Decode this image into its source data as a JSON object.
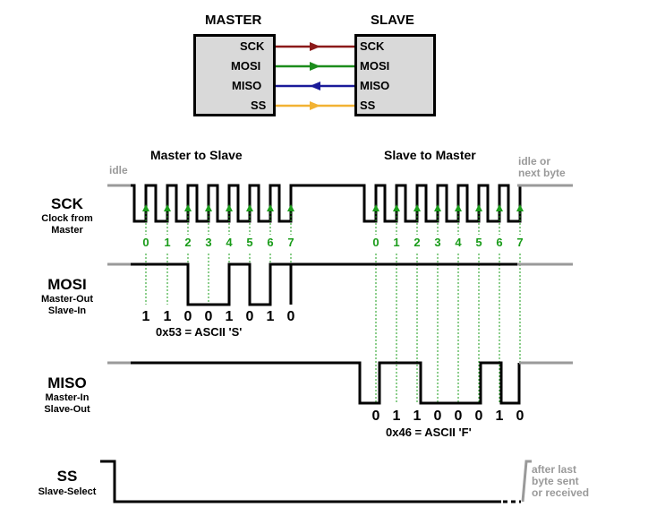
{
  "top": {
    "master_title": "MASTER",
    "slave_title": "SLAVE",
    "pins": [
      "SCK",
      "MOSI",
      "MISO",
      "SS"
    ],
    "arrow_colors": [
      "#8b1a1a",
      "#1c8c1c",
      "#1a1a99",
      "#f2b233"
    ]
  },
  "timing": {
    "master_to_slave": "Master to Slave",
    "slave_to_master": "Slave to Master",
    "idle_label": "idle",
    "idle_or_next": [
      "idle or",
      "next byte"
    ],
    "after_last": [
      "after last",
      "byte sent",
      "or received"
    ],
    "clock_indices": [
      "0",
      "1",
      "2",
      "3",
      "4",
      "5",
      "6",
      "7"
    ],
    "signals": [
      {
        "name": "SCK",
        "desc": [
          "Clock from",
          "Master"
        ]
      },
      {
        "name": "MOSI",
        "desc": [
          "Master-Out",
          "Slave-In"
        ]
      },
      {
        "name": "MISO",
        "desc": [
          "Master-In",
          "Slave-Out"
        ]
      },
      {
        "name": "SS",
        "desc": [
          "Slave-Select"
        ]
      }
    ],
    "mosi_bits": [
      "1",
      "1",
      "0",
      "0",
      "1",
      "0",
      "1",
      "0"
    ],
    "mosi_annotation": "0x53 = ASCII 'S'",
    "miso_bits": [
      "0",
      "1",
      "1",
      "0",
      "0",
      "0",
      "1",
      "0"
    ],
    "miso_annotation": "0x46 = ASCII 'F'"
  }
}
